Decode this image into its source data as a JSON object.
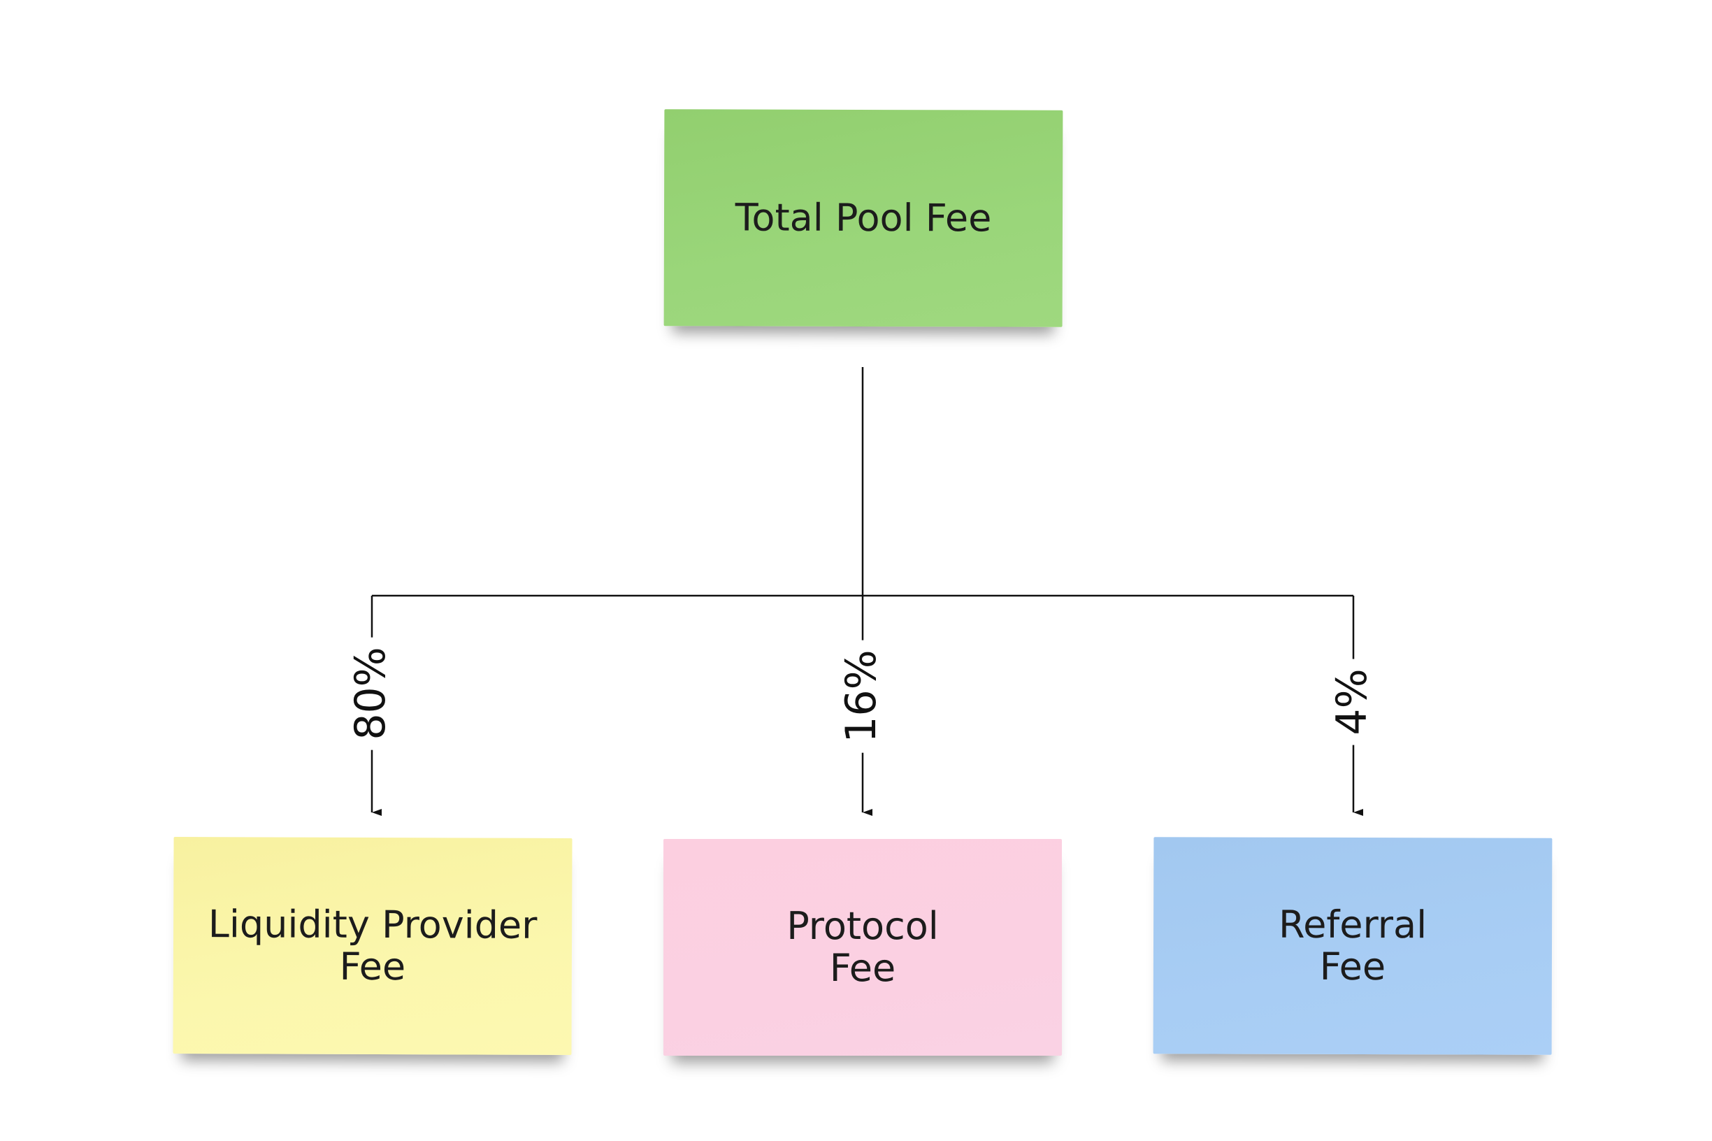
{
  "diagram": {
    "root": {
      "label": "Total Pool Fee",
      "color": "#9ad67a"
    },
    "children": [
      {
        "id": "lp",
        "label": "Liquidity Provider\nFee",
        "share": "80%",
        "color": "#fbf7ad"
      },
      {
        "id": "protocol",
        "label": "Protocol\nFee",
        "share": "16%",
        "color": "#fbd0e2"
      },
      {
        "id": "referral",
        "label": "Referral\nFee",
        "share": "4%",
        "color": "#a8cdf4"
      }
    ]
  }
}
